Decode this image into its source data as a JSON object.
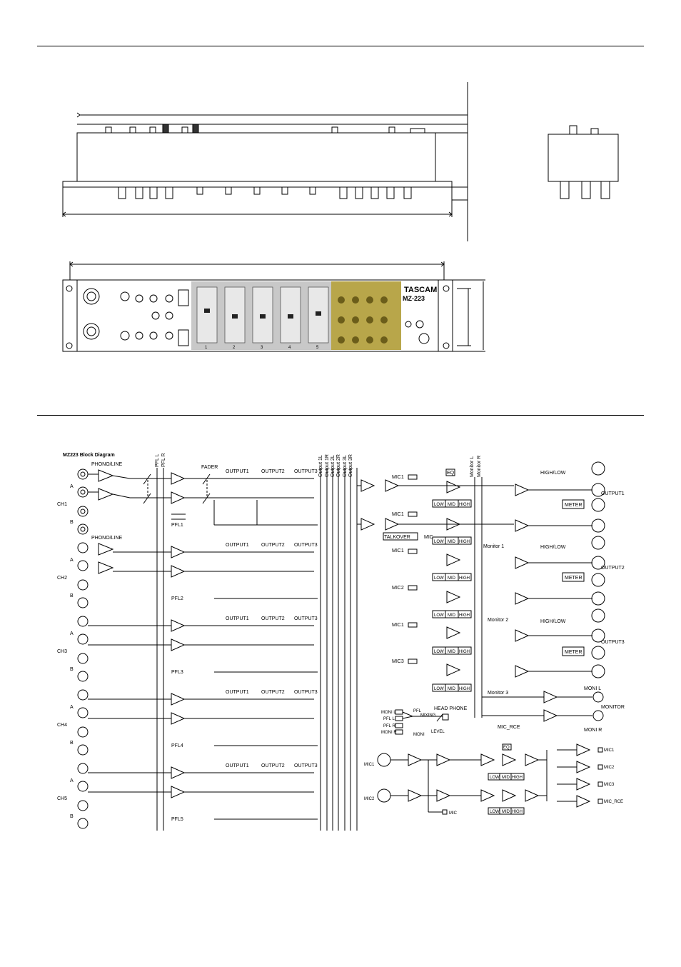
{
  "figures": {
    "rack_front": {
      "brand": "TASCAM",
      "model": "MZ-223",
      "channel_numbers": [
        "1",
        "2",
        "3",
        "4",
        "5"
      ]
    }
  },
  "block_diagram": {
    "title": "MZ223 Block Diagram",
    "bus_labels": [
      "PFL L",
      "PFL R",
      "Output 1L",
      "Output 1R",
      "Output 2L",
      "Output 2R",
      "Output 3L",
      "Output 3R",
      "Monitor L",
      "Monitor R"
    ],
    "channels": [
      {
        "name": "CH1",
        "a": "A",
        "b": "B",
        "pfl": "PFL1",
        "phono": "PHONO/LINE"
      },
      {
        "name": "CH2",
        "a": "A",
        "b": "B",
        "pfl": "PFL2",
        "phono": "PHONO/LINE"
      },
      {
        "name": "CH3",
        "a": "A",
        "b": "B",
        "pfl": "PFL3"
      },
      {
        "name": "CH4",
        "a": "A",
        "b": "B",
        "pfl": "PFL4"
      },
      {
        "name": "CH5",
        "a": "A",
        "b": "B",
        "pfl": "PFL5"
      }
    ],
    "fader": "FADER",
    "output_labels": [
      "OUTPUT1",
      "OUTPUT2",
      "OUTPUT3"
    ],
    "eq": {
      "label": "EQ",
      "low": "LOW",
      "mid": "MID",
      "high": "HIGH"
    },
    "mic_tag": "MIC",
    "talkover": "TALKOVER",
    "high_low": "HIGH/LOW",
    "meter": "METER",
    "monitor_labels": [
      "Monitor 1",
      "Monitor 2",
      "Monitor 3"
    ],
    "monitor_out": "MONITOR",
    "moni_l": "MONI L",
    "moni_r": "MONI R",
    "mic_rce": "MIC_RCE",
    "headphone": {
      "title": "HEAD PHONE",
      "moni_l": "MONI L",
      "pfl_l": "PFL L",
      "pfl_r": "PFL R",
      "moni_r": "MONI R",
      "pfl": "PFL",
      "mixing": "MIXING",
      "moni": "MONI",
      "level": "LEVEL"
    },
    "mic_inputs": [
      "MIC1",
      "MIC2"
    ],
    "mic_outputs": [
      "MIC1",
      "MIC2",
      "MIC3",
      "MIC_RCE"
    ],
    "mic1": "MIC1",
    "mic2": "MIC2",
    "mic3": "MIC3"
  }
}
